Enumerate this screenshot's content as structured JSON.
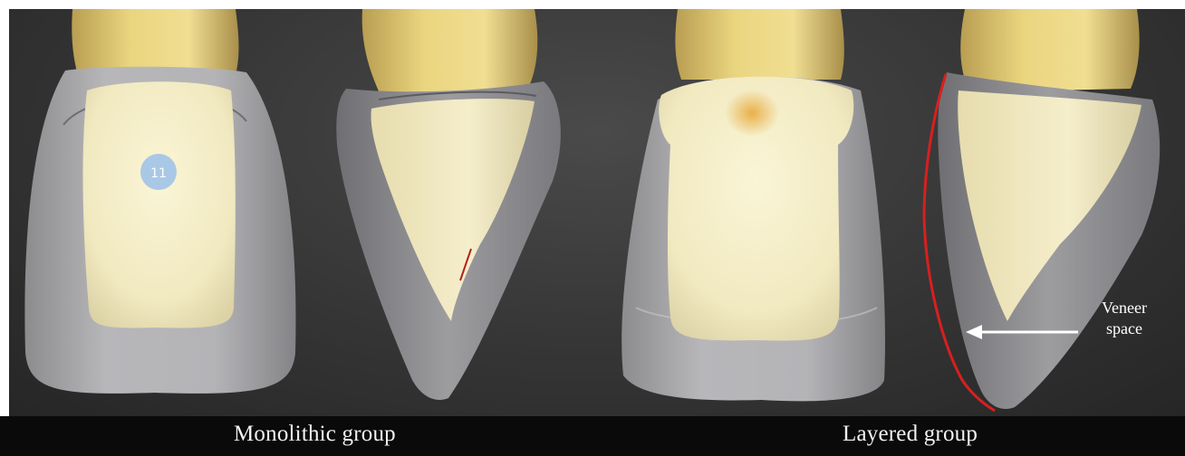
{
  "figure": {
    "captions": {
      "left": "Monolithic group",
      "right": "Layered group"
    },
    "annotation": {
      "line1": "Veneer",
      "line2": "space"
    },
    "marker_label": "11",
    "colors": {
      "background": "#353535",
      "abutment": "#e2cc84",
      "core": "#f2ebc4",
      "shell": "#a9a9ab",
      "veneer_outline": "#d81f1f",
      "marker": "#a9c8e6",
      "caption_bar": "#0a0a0a"
    }
  }
}
